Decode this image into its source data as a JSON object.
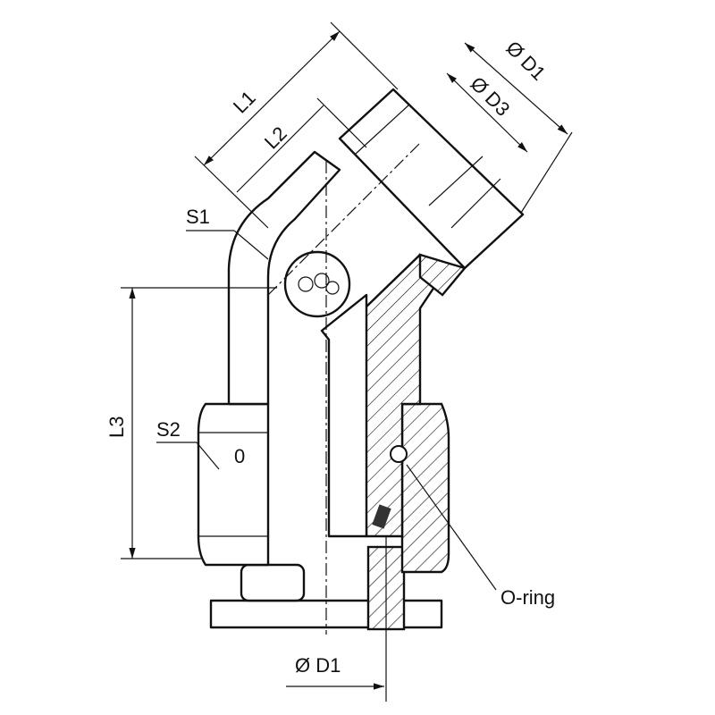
{
  "labels": {
    "l1": "L1",
    "l2": "L2",
    "d1_top": "Ø D1",
    "d3": "Ø D3",
    "s1": "S1",
    "s2": "S2",
    "l3": "L3",
    "nut_mark": "0",
    "o_ring": "O-ring",
    "d1_bottom": "Ø D1"
  }
}
